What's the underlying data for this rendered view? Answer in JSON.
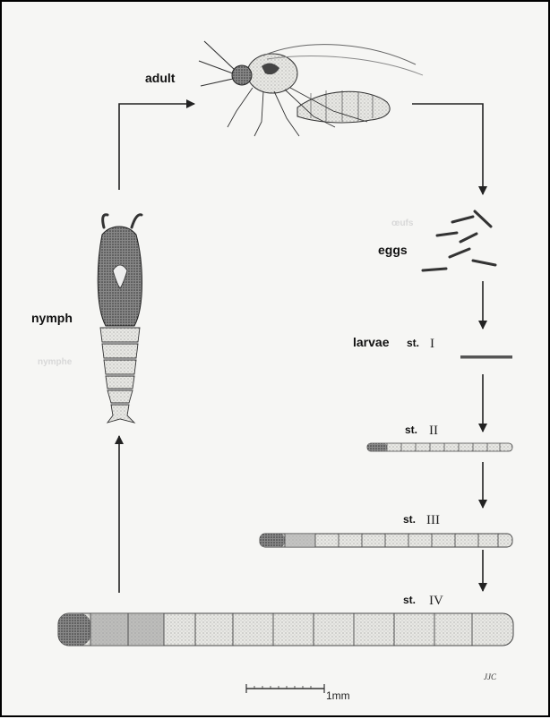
{
  "labels": {
    "adult": "adult",
    "eggs": "eggs",
    "eggs_ghost": "œufs",
    "nymph": "nymph",
    "nymph_ghost": "nymphe",
    "larvae": "larvae",
    "stage_prefix": "st.",
    "stage1": "I",
    "stage2": "II",
    "stage3": "III",
    "stage4": "IV",
    "scale": "1mm",
    "signature": "JJC"
  }
}
